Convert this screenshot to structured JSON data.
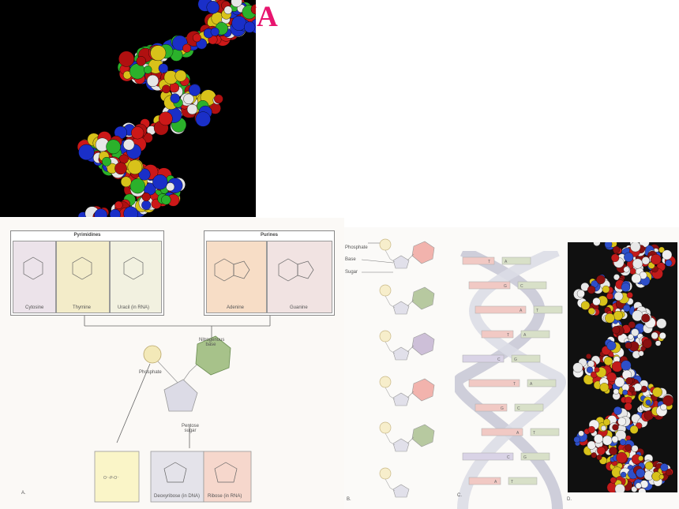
{
  "slide": {
    "title": "The  Structure of DNA",
    "title_color": "#e8156f"
  },
  "figure_left": {
    "pyrimidines_header": "Pyrimidines",
    "purines_header": "Purines",
    "bases": [
      {
        "label": "Cytosine",
        "color": "#ece3ea"
      },
      {
        "label": "Thymine",
        "color": "#f3ecc9"
      },
      {
        "label": "Uracil (in RNA)",
        "color": "#f2f1e0"
      },
      {
        "label": "Adenine",
        "color": "#f7ddc6"
      },
      {
        "label": "Guanine",
        "color": "#f1e3e2"
      }
    ],
    "nitrogenous_base": "Nitrogenous base",
    "phosphate": "Phosphate",
    "pentose_sugar": "Pentose sugar",
    "deoxyribose": "Deoxyribose (in DNA)",
    "ribose": "Ribose (in RNA)",
    "panel_letter": "A."
  },
  "figure_right": {
    "phosphate": "Phosphate",
    "base": "Base",
    "sugar": "Sugar",
    "letter_b": "B.",
    "letter_c": "C.",
    "letter_d": "D.",
    "pairs": [
      {
        "l": "T",
        "r": "A"
      },
      {
        "l": "G",
        "r": "C"
      },
      {
        "l": "A",
        "r": "T"
      },
      {
        "l": "T",
        "r": "A"
      },
      {
        "l": "C",
        "r": "G"
      },
      {
        "l": "T",
        "r": "A"
      },
      {
        "l": "G",
        "r": "C"
      },
      {
        "l": "A",
        "r": "T"
      },
      {
        "l": "C",
        "r": "G"
      },
      {
        "l": "A",
        "r": "T"
      }
    ]
  }
}
